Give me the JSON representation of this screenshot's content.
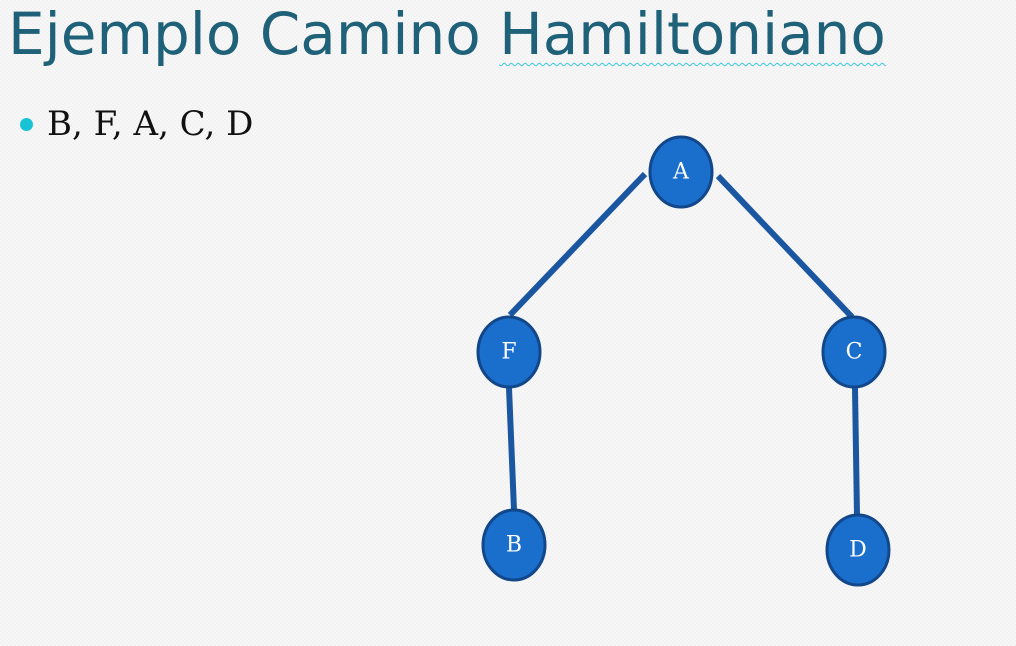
{
  "title": {
    "text_before": "Ejemplo Camino ",
    "text_underlined": "Hamiltoniano"
  },
  "bullets": [
    {
      "text": "B, F, A, C, D"
    }
  ],
  "graph": {
    "nodes": [
      {
        "id": "A",
        "label": "A"
      },
      {
        "id": "F",
        "label": "F"
      },
      {
        "id": "C",
        "label": "C"
      },
      {
        "id": "B",
        "label": "B"
      },
      {
        "id": "D",
        "label": "D"
      }
    ],
    "edges": [
      {
        "from": "A",
        "to": "F"
      },
      {
        "from": "A",
        "to": "C"
      },
      {
        "from": "F",
        "to": "B"
      },
      {
        "from": "C",
        "to": "D"
      }
    ],
    "colors": {
      "node_fill": "#1a6ecc",
      "node_stroke": "#12478a",
      "edge": "#1a57a0",
      "label": "#ffffff"
    }
  },
  "colors": {
    "title": "#1f6178",
    "bullet_dot": "#19c3d6",
    "spellcheck_underline": "#39c6e0"
  }
}
